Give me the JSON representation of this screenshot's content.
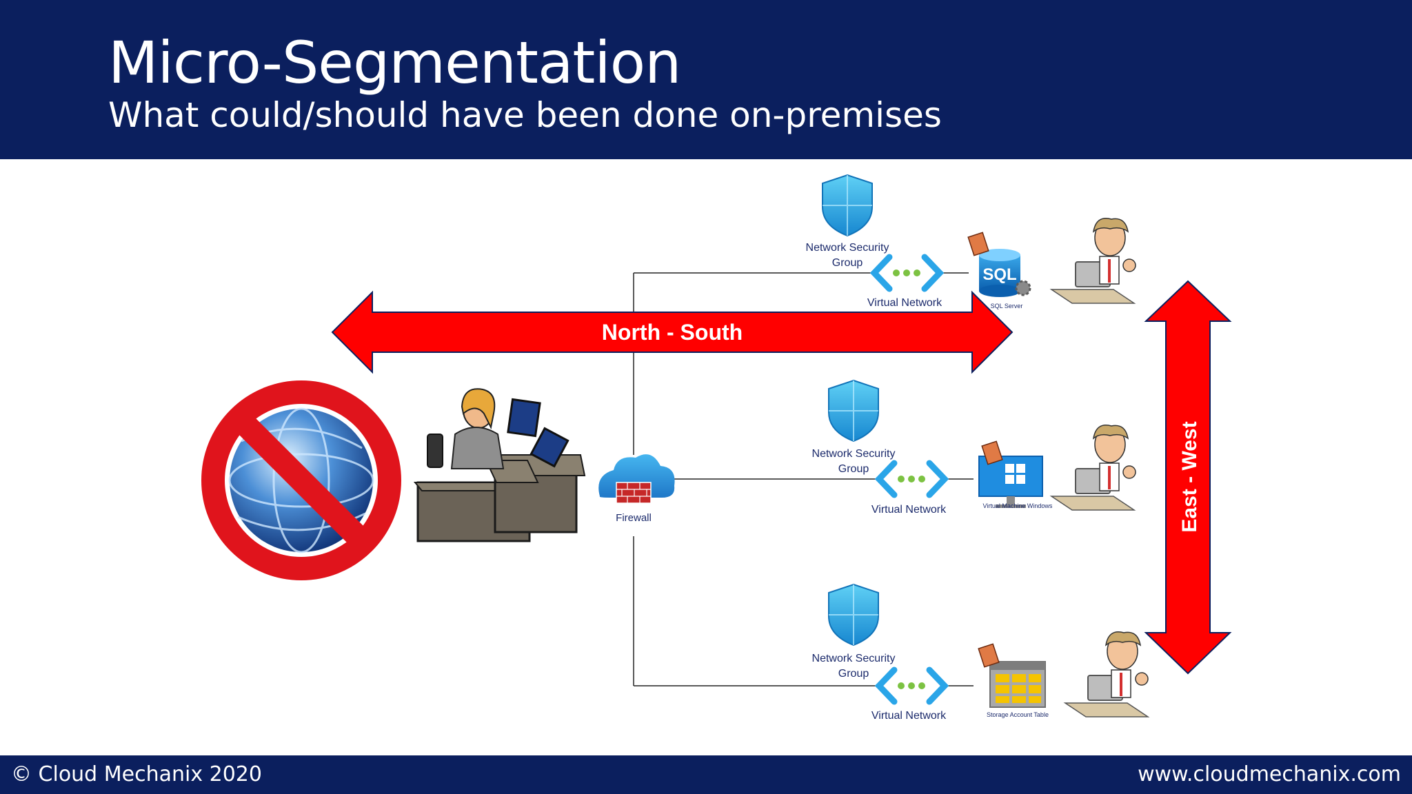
{
  "header": {
    "title": "Micro-Segmentation",
    "subtitle": "What could/should have been done on-premises"
  },
  "footer": {
    "copyright": "© Cloud Mechanix 2020",
    "url": "www.cloudmechanix.com"
  },
  "arrows": {
    "horizontal_label": "North - South",
    "vertical_label": "East - West"
  },
  "firewall": {
    "label": "Firewall"
  },
  "segments": [
    {
      "nsg_label_line1": "Network Security",
      "nsg_label_line2": "Group",
      "vnet_label": "Virtual Network",
      "resource_label": "SQL Server",
      "resource_badge": "SQL"
    },
    {
      "nsg_label_line1": "Network Security",
      "nsg_label_line2": "Group",
      "vnet_label": "Virtual Network",
      "resource_label": "Virtual Machine Windows"
    },
    {
      "nsg_label_line1": "Network Security",
      "nsg_label_line2": "Group",
      "vnet_label": "Virtual Network",
      "resource_label": "Storage Account Table"
    }
  ],
  "colors": {
    "header_bg": "#0b1f5e",
    "arrow_red": "#ff0000",
    "no_sign_red": "#e0141c",
    "label_blue": "#1b2a6b",
    "shield_blue": "#27a9e1"
  }
}
